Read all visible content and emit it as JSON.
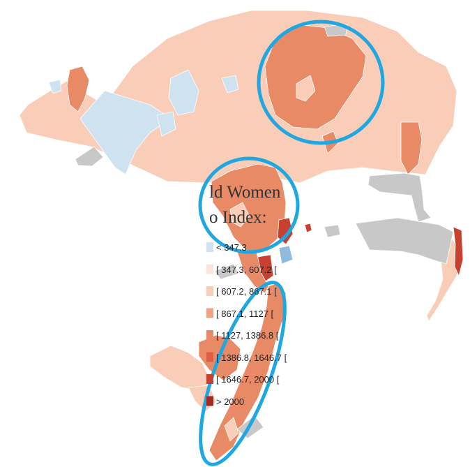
{
  "title_line1": "ld Women",
  "title_line2": "o Index:",
  "legend": [
    {
      "label": "< 347.3",
      "color": "#cfe2ef"
    },
    {
      "label": "[ 347.3, 607.2 [",
      "color": "#fde3d8"
    },
    {
      "label": "[ 607.2, 867.1 [",
      "color": "#f9cdb8"
    },
    {
      "label": "[ 867.1, 1127 [",
      "color": "#f0a283"
    },
    {
      "label": "[ 1127, 1386.8 [",
      "color": "#e98a66"
    },
    {
      "label": "[ 1386.8, 1646.7 [",
      "color": "#db5f45"
    },
    {
      "label": "[ 1646.7, 2000 [",
      "color": "#c8402f"
    },
    {
      "label": "> 2000",
      "color": "#a32a22"
    }
  ],
  "colors": {
    "light": "#f9cdb8",
    "medium": "#e98a66",
    "dark": "#c8402f",
    "blue": "#cfe2ef",
    "steel": "#8fbcdc",
    "nodata": "#c8c8c8",
    "highlight": "#1ea7e1"
  }
}
